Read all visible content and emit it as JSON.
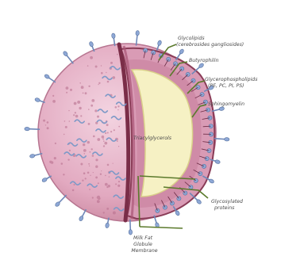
{
  "diagram": {
    "labels": {
      "glycolipids_line1": "Glycolipids",
      "glycolipids_line2": "(cerebrosides gangliosides)",
      "butyrophilin": "Butyrophilin",
      "glycerophospholipids_line1": "Glycerophospholipids",
      "glycerophospholipids_line2": "(PE, PC, PI, PS)",
      "sphingomyelin": "Sphingomyelin",
      "triacylglycerols": "Triacylglycerols",
      "glycosylated_line1": "Glycosylated",
      "glycosylated_line2": "proteins",
      "mfgm_line1": "Milk Fat",
      "mfgm_line2": "Globule",
      "mfgm_line3": "Membrane"
    },
    "colors": {
      "outer_sphere": "#e7b3c9",
      "outer_sphere_dark": "#c9879f",
      "membrane_band": "#8a3c57",
      "core": "#f4efb7",
      "core_edge": "#d9d08a",
      "phospholipid_head": "#8ea8d6",
      "protein": "#7e99c7",
      "arrow": "#5b7a2c",
      "label_text": "#4a4a4a"
    }
  }
}
